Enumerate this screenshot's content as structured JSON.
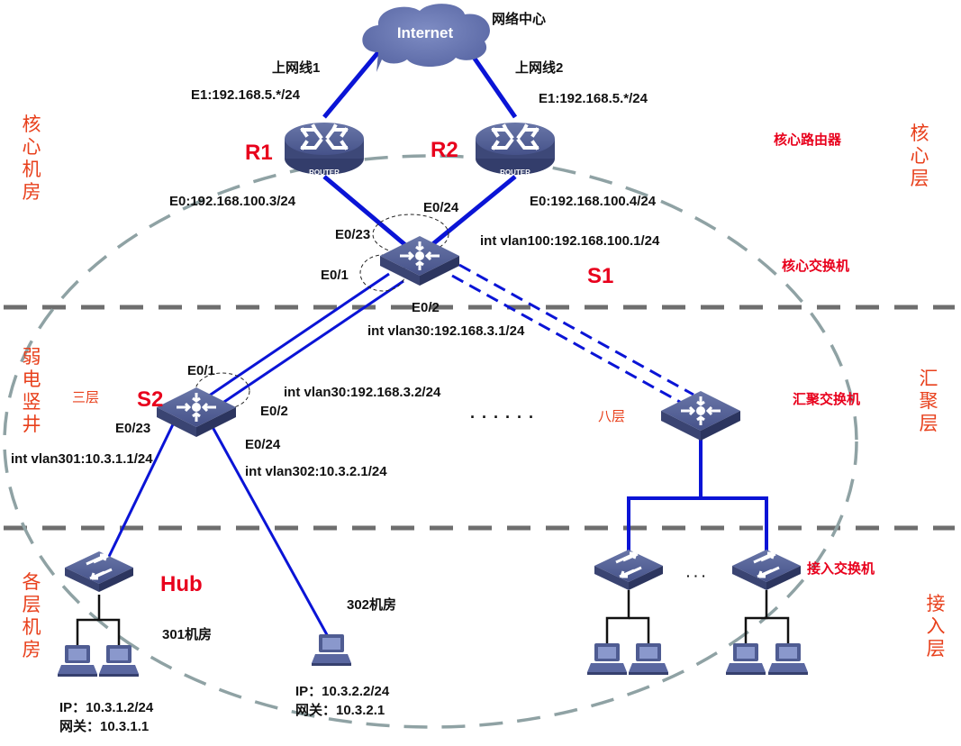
{
  "title": "核心层/汇聚层/接入层 网络拓扑",
  "colors": {
    "link": "#0a14d6",
    "device": "#4a5689",
    "zone_ellipse": "#8fa2a4",
    "layer_divider": "#6e6e6e",
    "label_red": "#e8001c",
    "label_orange": "#e8401c"
  },
  "internet": {
    "label": "Internet",
    "caption": "网络中心"
  },
  "uplinks": [
    {
      "name": "上网线1",
      "ip": "E1:192.168.5.*/24"
    },
    {
      "name": "上网线2",
      "ip": "E1:192.168.5.*/24"
    }
  ],
  "routers": [
    {
      "id": "R1",
      "badge": "ROUTER",
      "e0": "E0:192.168.100.3/24"
    },
    {
      "id": "R2",
      "badge": "ROUTER",
      "e0": "E0:192.168.100.4/24"
    }
  ],
  "core_switch": {
    "id": "S1",
    "ports": {
      "p24": "E0/24",
      "p23": "E0/23",
      "p1": "E0/1",
      "p2": "E0/2"
    },
    "vlan100": "int vlan100:192.168.100.1/24",
    "vlan30": "int vlan30:192.168.3.1/24"
  },
  "distribution_switch_s2": {
    "id": "S2",
    "floor": "三层",
    "ports": {
      "p1": "E0/1",
      "p2": "E0/2",
      "p23": "E0/23",
      "p24": "E0/24"
    },
    "vlan30": "int vlan30:192.168.3.2/24",
    "vlan301": "int vlan301:10.3.1.1/24",
    "vlan302": "int vlan302:10.3.2.1/24"
  },
  "distribution_switch_8f": {
    "floor": "八层"
  },
  "ellipsis_distribution": "· · · · · ·",
  "ellipsis_access": "· · ·",
  "hub": {
    "label": "Hub"
  },
  "rooms": [
    {
      "name": "301机房",
      "ip": "IP：10.3.1.2/24",
      "gateway": "网关：10.3.1.1"
    },
    {
      "name": "302机房",
      "ip": "IP：10.3.2.2/24",
      "gateway": "网关：10.3.2.1"
    }
  ],
  "role_labels": {
    "core_router": "核心路由器",
    "core_switch": "核心交换机",
    "aggregation_switch": "汇聚交换机",
    "access_switch": "接入交换机"
  },
  "left_zones": [
    "核心机房",
    "弱电竖井",
    "各层机房"
  ],
  "right_layers": [
    "核心层",
    "汇聚层",
    "接入层"
  ]
}
